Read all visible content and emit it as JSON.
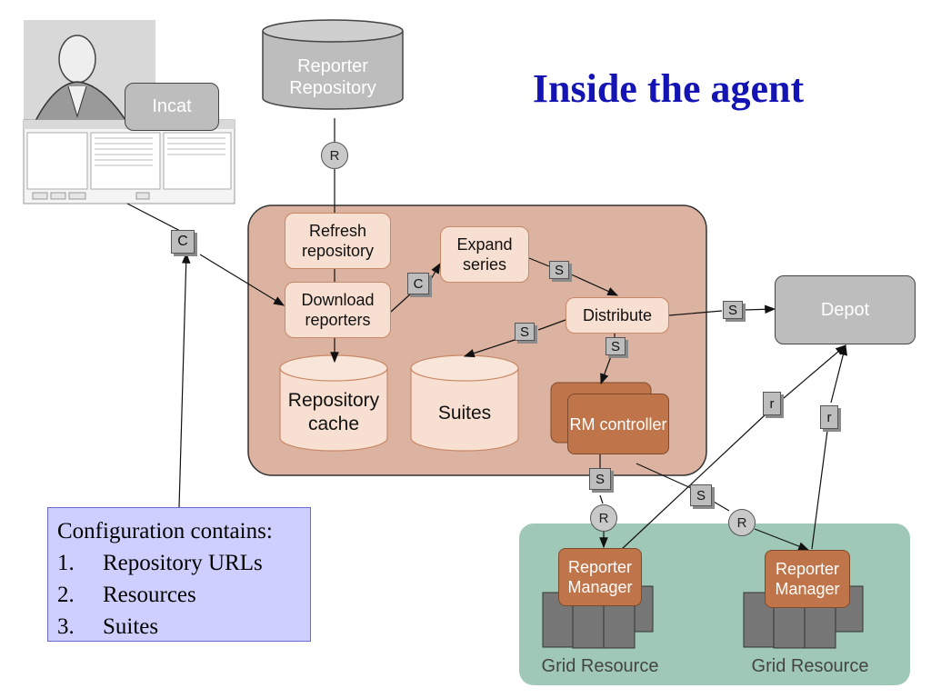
{
  "title": "Inside the agent",
  "incat_label": "Incat",
  "reporter_repository": "Reporter Repository",
  "agent": {
    "refresh": "Refresh repository",
    "download": "Download reporters",
    "expand": "Expand series",
    "distribute": "Distribute",
    "cache": "Repository cache",
    "suites": "Suites",
    "rm_controller": "RM controller"
  },
  "depot": "Depot",
  "grid": {
    "left_manager": "Reporter Manager",
    "right_manager": "Reporter Manager",
    "left_label": "Grid Resource",
    "right_label": "Grid Resource"
  },
  "tags": {
    "r_circle": "R",
    "c": "C",
    "s": "S",
    "r_small": "r"
  },
  "config": {
    "heading": "Configuration contains:",
    "items": [
      {
        "num": "1.",
        "text": "Repository URLs"
      },
      {
        "num": "2.",
        "text": "Resources"
      },
      {
        "num": "3.",
        "text": "Suites"
      }
    ]
  },
  "colors": {
    "agent_bg": "#dbb3a0",
    "light_box": "#f7dfd1",
    "rm_box": "#c0744a",
    "grid_bg": "#9fc8b6",
    "title": "#1414b4",
    "gray_node": "#bdbdbd"
  }
}
